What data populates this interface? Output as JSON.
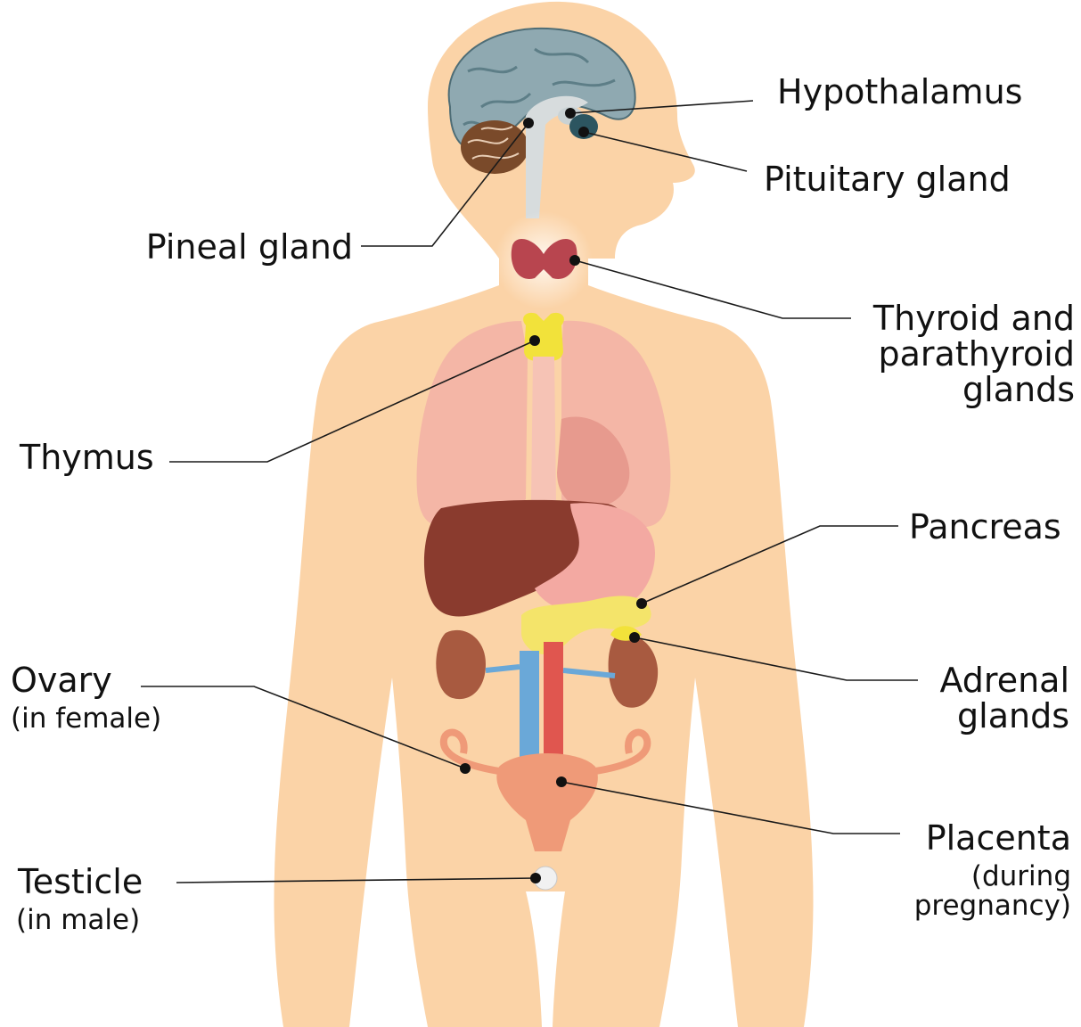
{
  "labels": {
    "hypothalamus": "Hypothalamus",
    "pituitary": "Pituitary gland",
    "pineal": "Pineal gland",
    "thyroid": [
      "Thyroid and",
      "parathyroid",
      "glands"
    ],
    "thymus": "Thymus",
    "pancreas": "Pancreas",
    "adrenal": [
      "Adrenal",
      "glands"
    ],
    "ovary": "Ovary",
    "ovary_note": "(in female)",
    "placenta": "Placenta",
    "placenta_note": [
      "(during",
      "pregnancy)"
    ],
    "testicle": "Testicle",
    "testicle_note": "(in male)"
  },
  "colors": {
    "skin": "#fbd3a7",
    "brain": "#8fa9b1",
    "cerebellum": "#7a4a2a",
    "thyroid": "#b8454f",
    "thymus": "#f2e23a",
    "lungs": "#f4b6a6",
    "liver": "#8a3b2e",
    "stomach": "#f3a9a2",
    "pancreas": "#f4e46a",
    "kidney": "#a85a40",
    "vein": "#6aa8d8",
    "artery": "#e0564f",
    "uterus": "#ef9a78"
  }
}
